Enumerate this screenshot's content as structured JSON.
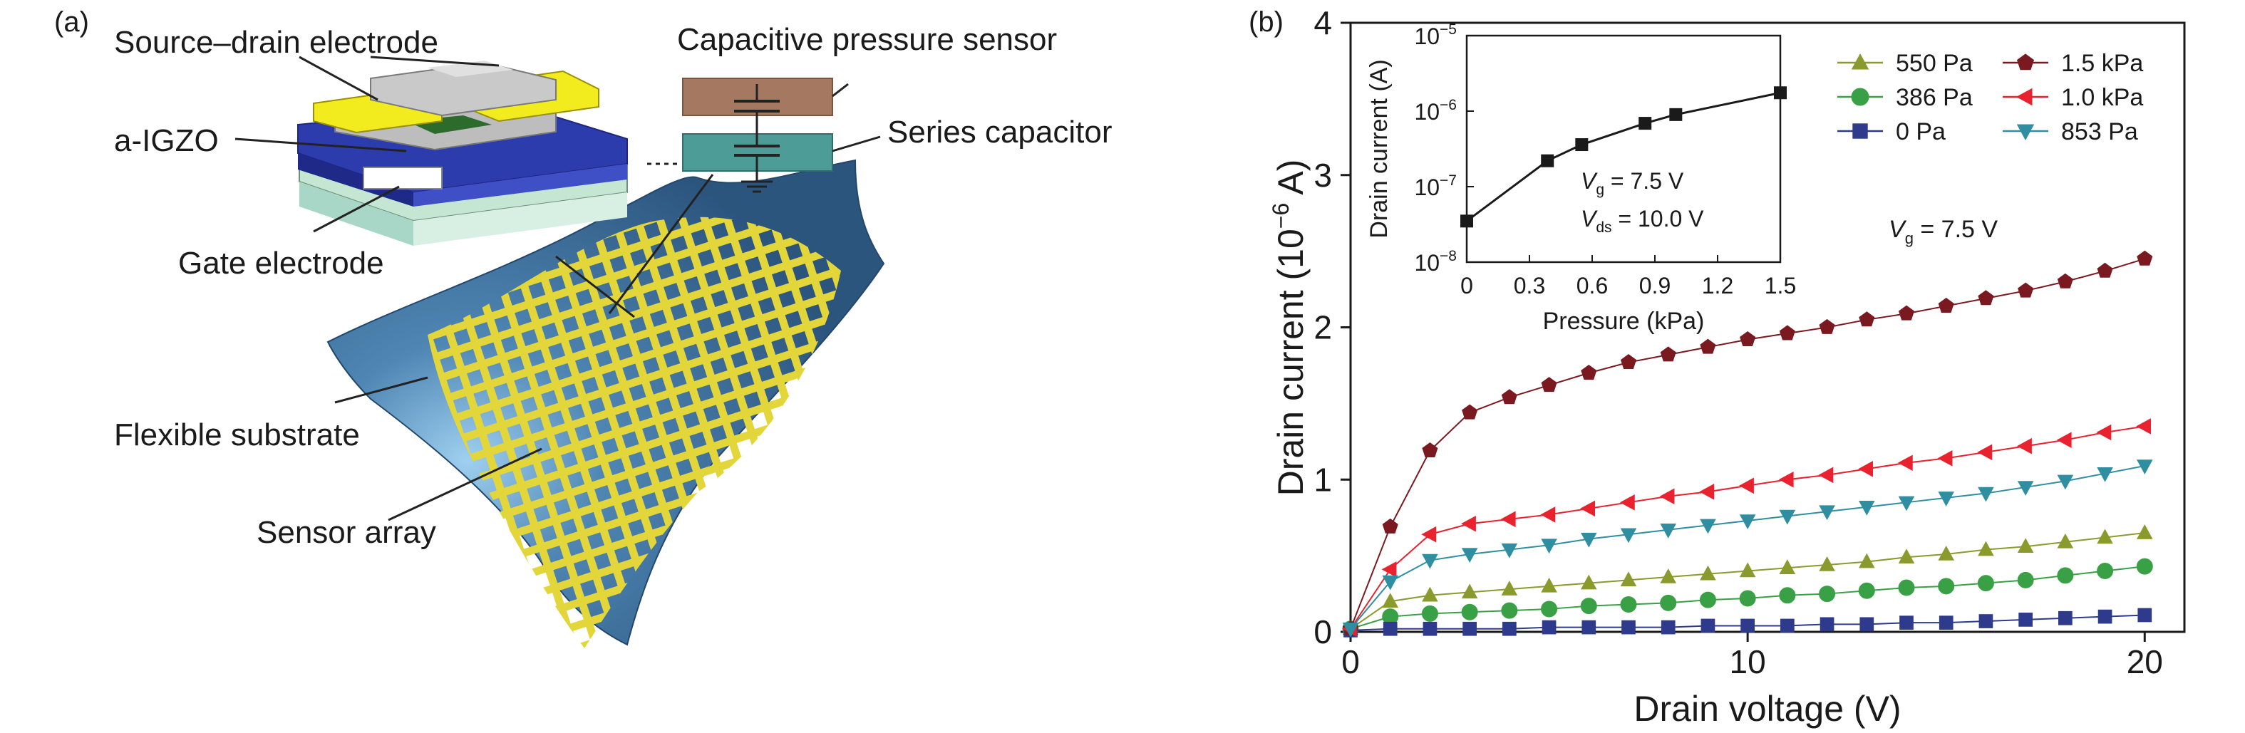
{
  "panel_a": {
    "label": "(a)",
    "callouts": {
      "source_drain": "Source–drain electrode",
      "igzo": "a-IGZO",
      "gate": "Gate electrode",
      "substrate": "Flexible substrate",
      "sensor_array": "Sensor array",
      "cap_sensor": "Capacitive pressure sensor",
      "series_cap": "Series capacitor"
    },
    "colors": {
      "substrate": "#2f5f8c",
      "substrate_highlight": "#8fc3e8",
      "grid": "#e8d835",
      "cap_sensor": "#a57862",
      "series_cap": "#4e9c98",
      "electrode": "#f2ec1f",
      "gate_layer": "#2c3aa8",
      "base_layer": "#bfe2c9"
    }
  },
  "chart_data": [
    {
      "type": "line",
      "panel_label": "(b)",
      "xlabel": "Drain voltage (V)",
      "ylabel_main": "Drain current (10",
      "ylabel_exp": "−6",
      "ylabel_tail": " A)",
      "xlim": [
        0,
        21
      ],
      "ylim": [
        0,
        4
      ],
      "xticks": [
        0,
        10,
        20
      ],
      "yticks": [
        0,
        1,
        2,
        3,
        4
      ],
      "annotation": {
        "sym": "V",
        "sub": "g",
        "rest": " = 7.5 V"
      },
      "x": [
        0,
        1,
        2,
        3,
        4,
        5,
        6,
        7,
        8,
        9,
        10,
        11,
        12,
        13,
        14,
        15,
        16,
        17,
        18,
        19,
        20
      ],
      "series": [
        {
          "name": "550 Pa",
          "marker": "triangle-up",
          "color": "#8a9a2c",
          "values": [
            0.02,
            0.2,
            0.24,
            0.26,
            0.28,
            0.3,
            0.32,
            0.34,
            0.36,
            0.38,
            0.4,
            0.42,
            0.44,
            0.46,
            0.49,
            0.51,
            0.54,
            0.56,
            0.59,
            0.62,
            0.65
          ]
        },
        {
          "name": "386 Pa",
          "marker": "circle",
          "color": "#3aa045",
          "values": [
            0.02,
            0.1,
            0.12,
            0.13,
            0.14,
            0.15,
            0.17,
            0.18,
            0.19,
            0.21,
            0.22,
            0.24,
            0.25,
            0.27,
            0.29,
            0.3,
            0.32,
            0.34,
            0.37,
            0.4,
            0.43
          ]
        },
        {
          "name": "0 Pa",
          "marker": "square",
          "color": "#2e3b8c",
          "values": [
            0.01,
            0.02,
            0.02,
            0.02,
            0.02,
            0.03,
            0.03,
            0.03,
            0.03,
            0.04,
            0.04,
            0.04,
            0.05,
            0.05,
            0.06,
            0.06,
            0.07,
            0.08,
            0.09,
            0.1,
            0.11
          ]
        },
        {
          "name": "1.5 kPa",
          "marker": "pentagon",
          "color": "#7a1a20",
          "values": [
            0.02,
            0.69,
            1.19,
            1.44,
            1.54,
            1.62,
            1.7,
            1.77,
            1.82,
            1.87,
            1.92,
            1.96,
            2.0,
            2.05,
            2.09,
            2.14,
            2.19,
            2.24,
            2.3,
            2.37,
            2.45
          ]
        },
        {
          "name": "1.0 kPa",
          "marker": "triangle-left",
          "color": "#e8222e",
          "values": [
            0.02,
            0.41,
            0.64,
            0.71,
            0.74,
            0.77,
            0.81,
            0.85,
            0.89,
            0.92,
            0.96,
            1.0,
            1.03,
            1.07,
            1.11,
            1.14,
            1.18,
            1.22,
            1.26,
            1.31,
            1.35
          ]
        },
        {
          "name": "853 Pa",
          "marker": "triangle-down",
          "color": "#2f8fa0",
          "values": [
            0.02,
            0.33,
            0.47,
            0.51,
            0.54,
            0.57,
            0.61,
            0.64,
            0.67,
            0.7,
            0.73,
            0.76,
            0.79,
            0.82,
            0.85,
            0.88,
            0.91,
            0.95,
            0.99,
            1.04,
            1.09
          ]
        }
      ]
    },
    {
      "type": "line",
      "role": "inset",
      "xlabel": "Pressure (kPa)",
      "ylabel": "Drain current (A)",
      "xlim": [
        0,
        1.5
      ],
      "ylim_log10": [
        -8,
        -5
      ],
      "xticks": [
        "0",
        "0.3",
        "0.6",
        "0.9",
        "1.2",
        "1.5"
      ],
      "yticks": [
        {
          "base": "10",
          "exp": "−5"
        },
        {
          "base": "10",
          "exp": "−6"
        },
        {
          "base": "10",
          "exp": "−7"
        },
        {
          "base": "10",
          "exp": "−8"
        }
      ],
      "annotation_vg": {
        "sym": "V",
        "sub": "g",
        "rest": " = 7.5 V"
      },
      "annotation_vds": {
        "sym": "V",
        "sub": "ds",
        "rest": " = 10.0 V"
      },
      "x": [
        0,
        0.386,
        0.55,
        0.853,
        1.0,
        1.5
      ],
      "values": [
        3.5e-08,
        2.2e-07,
        3.6e-07,
        6.9e-07,
        9e-07,
        1.75e-06
      ]
    }
  ]
}
